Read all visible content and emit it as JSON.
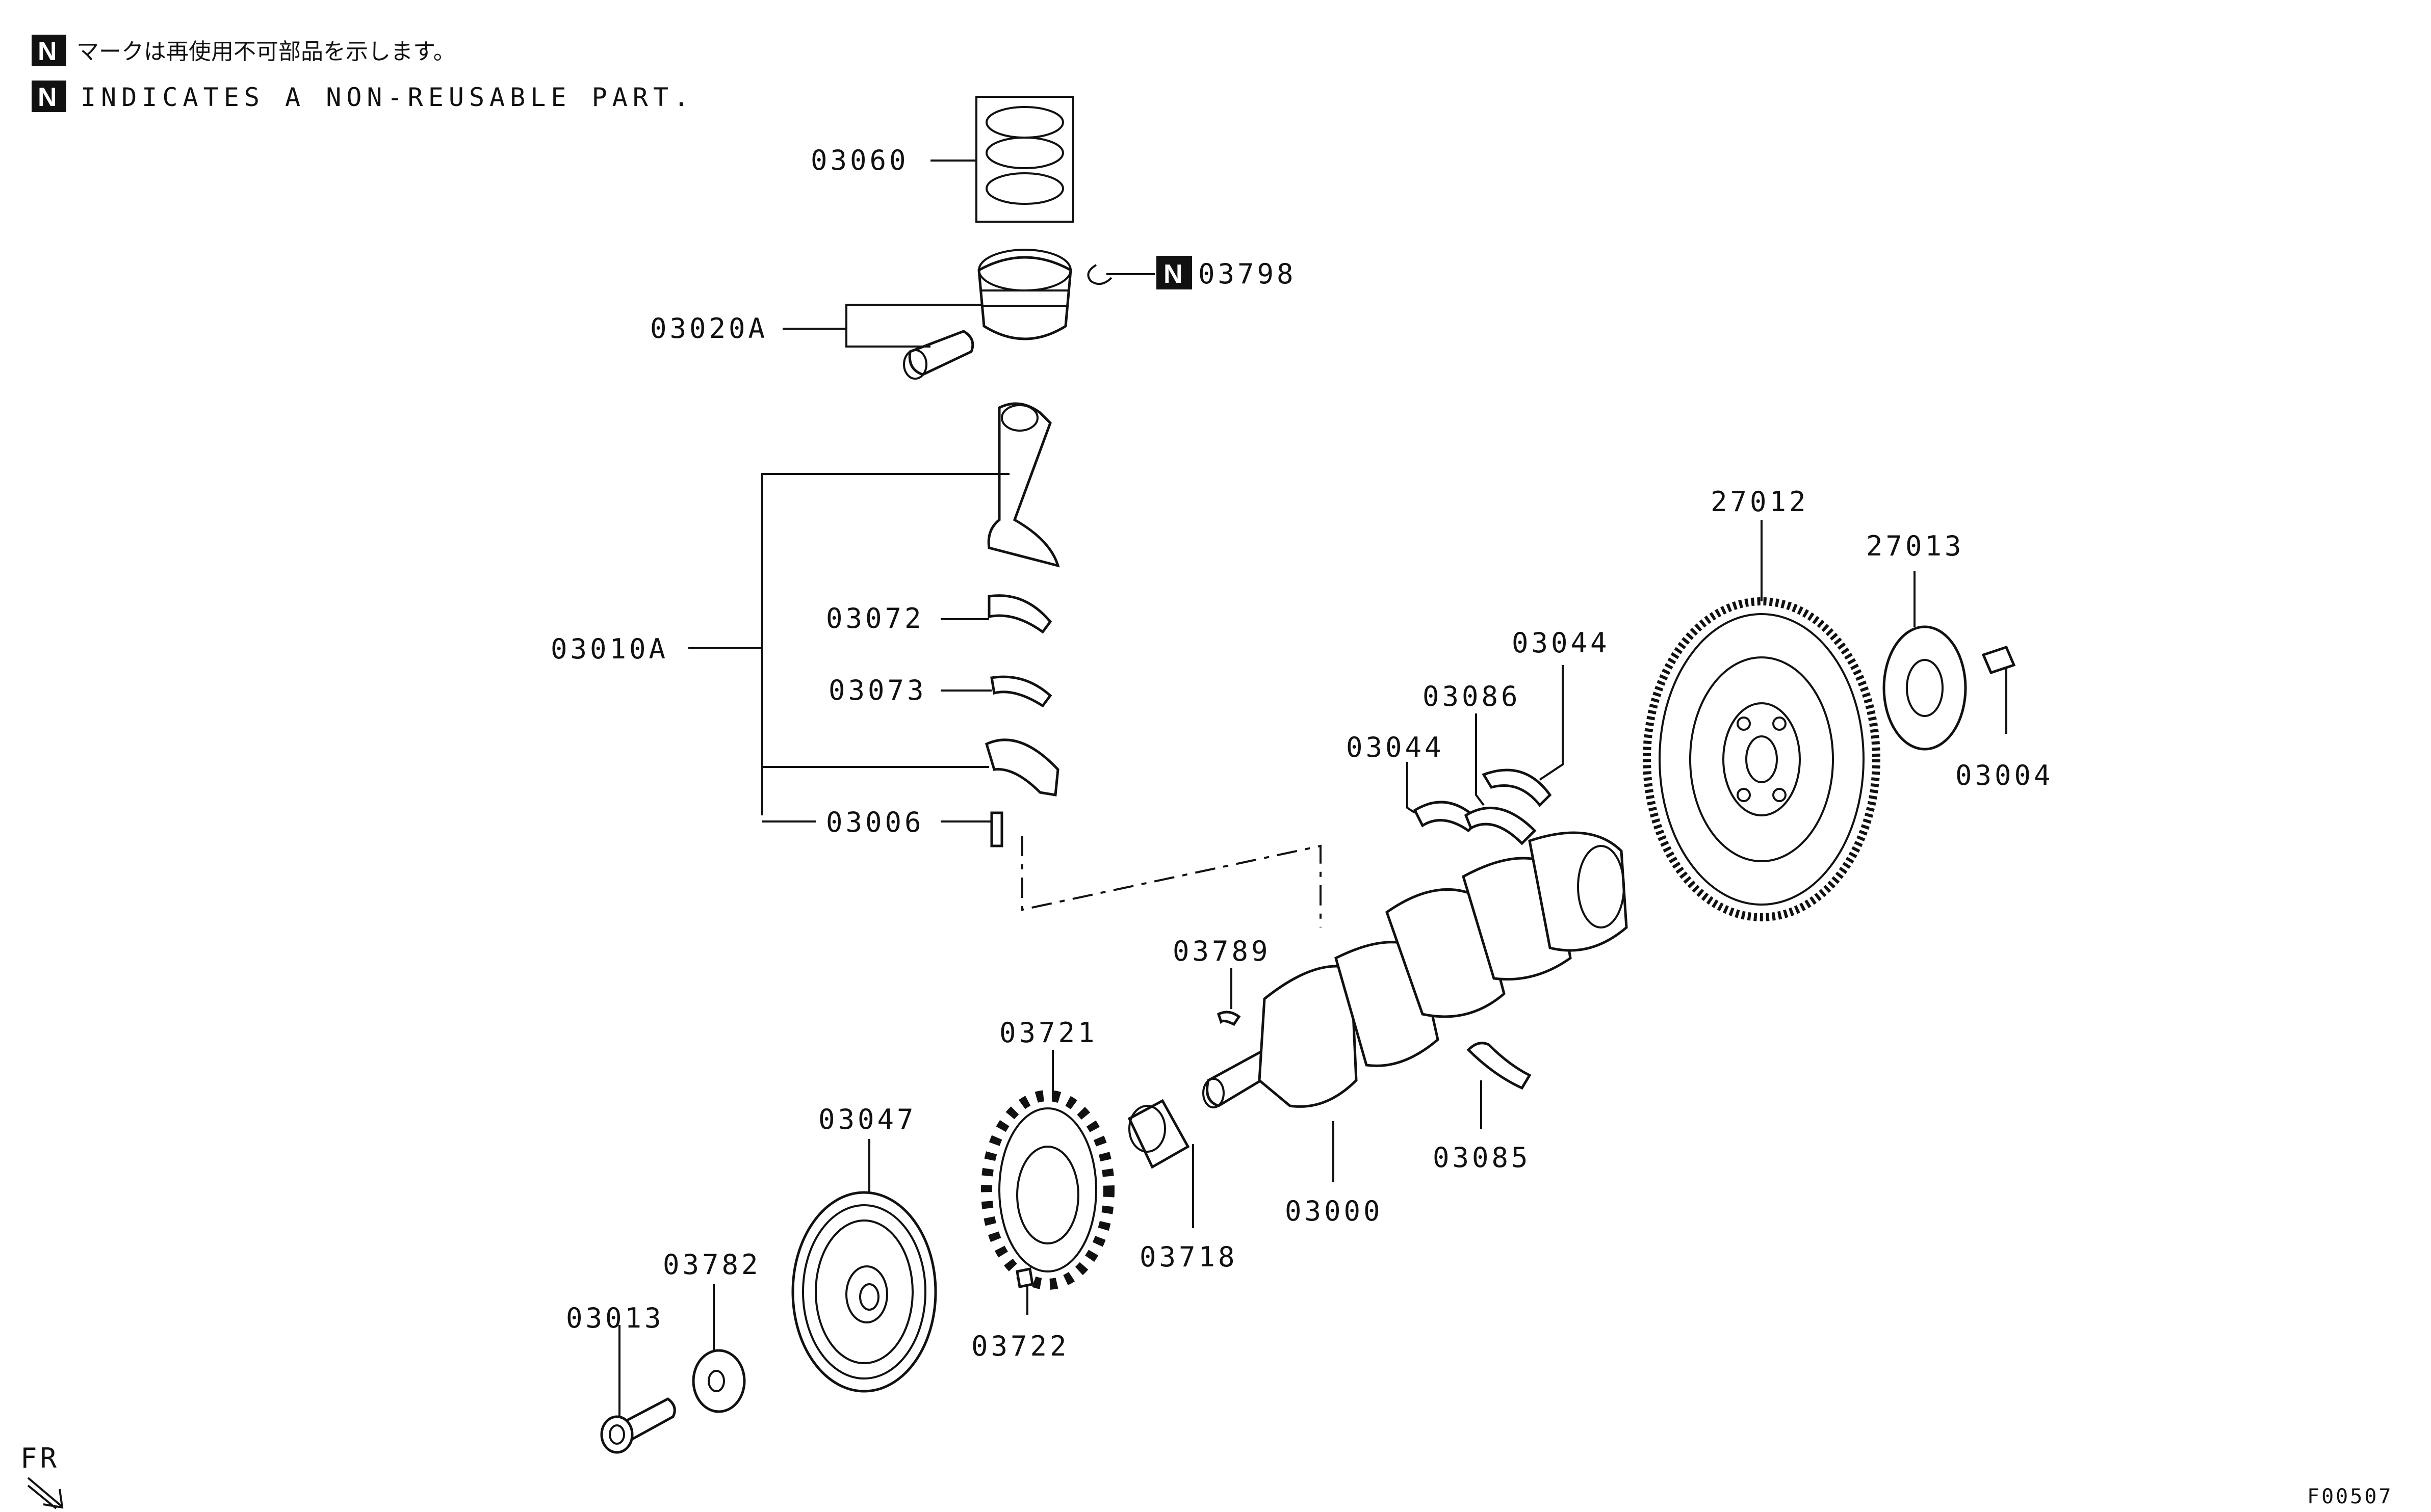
{
  "legend": {
    "note_jp": "マークは再使用不可部品を示します。",
    "note_en": "INDICATES A NON-REUSABLE PART.",
    "symbol": "N"
  },
  "parts": {
    "p03060": "03060",
    "p03020A": "03020A",
    "p03798": "03798",
    "p03010A": "03010A",
    "p03072": "03072",
    "p03073": "03073",
    "p03006": "03006",
    "p27012": "27012",
    "p27013": "27013",
    "p03004": "03004",
    "p03044a": "03044",
    "p03086": "03086",
    "p03044b": "03044",
    "p03789": "03789",
    "p03721": "03721",
    "p03047": "03047",
    "p03782": "03782",
    "p03013": "03013",
    "p03722": "03722",
    "p03718": "03718",
    "p03000": "03000",
    "p03085": "03085"
  },
  "direction": "FR",
  "figure_id": "F00507"
}
